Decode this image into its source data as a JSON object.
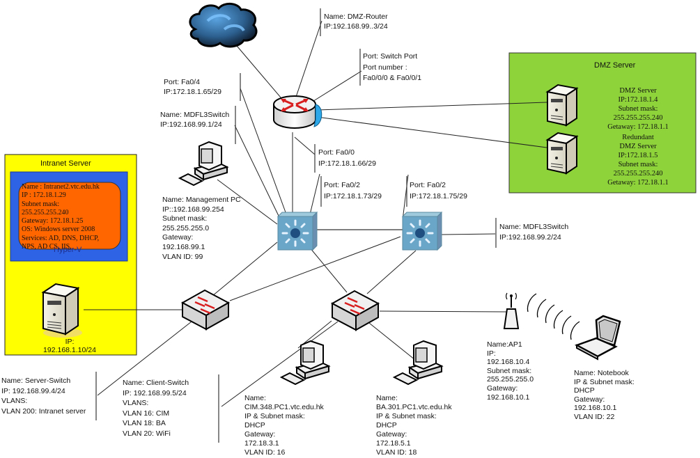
{
  "diagram": {
    "type": "network-topology",
    "colors": {
      "intranet_zone": "#ffff00",
      "hyperv_zone": "#2f63e6",
      "intranet_card": "#ff6600",
      "dmz_zone": "#8ed33a",
      "link": "#222222",
      "switch_l3": "#6aa6c8",
      "router_arrow": "#d81e1e"
    },
    "zones": {
      "intranet": {
        "title": "Intranet Server",
        "hyperv": {
          "title": "Hyper-V",
          "card": [
            "Name : Intranet2.vtc.edu.hk",
            "IP : 172.18.1.29",
            "Subnet mask:",
            "255.255.255.240",
            "Gateway: 172.18.1.25",
            "OS: Windows server 2008",
            "Services: AD, DNS, DHCP,",
            "NPS, AD CS, IIS."
          ]
        },
        "server_ip": [
          "IP:",
          "192.168.1.10/24"
        ]
      },
      "dmz": {
        "title": "DMZ Server",
        "primary": [
          "DMZ Server",
          "IP:172.18.1.4",
          "Subnet mask:",
          "255.255.255.240",
          "Getaway: 172.18.1.1"
        ],
        "redundant": [
          "Redundant",
          "DMZ Server",
          "IP:172.18.1.5",
          "Subnet mask:",
          "255.255.255.240",
          "Getaway: 172.18.1.1"
        ]
      }
    },
    "labels": {
      "dmz_router": [
        "Name: DMZ-Router",
        "IP:192.168.99..3/24"
      ],
      "router_switch_port": [
        "Port: Switch Port",
        "Port number :",
        "Fa0/0/0 & Fa0/0/1"
      ],
      "port_fa04": [
        "Port: Fa0/4",
        "IP:172.18.1.65/29"
      ],
      "mdfl3_1": [
        "Name: MDFL3Switch",
        "IP:192.168.99.1/24"
      ],
      "management_pc": [
        "Name: Management PC",
        "IP::192.168.99.254",
        "Subnet mask:",
        "255.255.255.0",
        "Gateway:",
        "192.168.99.1",
        "VLAN ID: 99"
      ],
      "port_fa00": [
        "Port: Fa0/0",
        "IP:172.18.1.66/29"
      ],
      "port_fa02_a": [
        "Port: Fa0/2",
        "IP:172.18.1.73/29"
      ],
      "port_fa02_b": [
        "Port: Fa0/2",
        "IP:172.18.1.75/29"
      ],
      "mdfl3_2": [
        "Name: MDFL3Switch",
        "IP:192.168.99.2/24"
      ],
      "server_switch": [
        "Name: Server-Switch",
        "IP: 192.168.99.4/24",
        "VLANS:",
        "VLAN 200: Intranet server"
      ],
      "client_switch": [
        "Name: Client-Switch",
        "IP: 192.168.99.5/24",
        "VLANS:",
        "VLAN 16: CIM",
        "VLAN 18: BA",
        "VLAN 20: WiFi"
      ],
      "cim_pc": [
        "Name:",
        "CIM.348.PC1.vtc.edu.hk",
        "IP & Subnet mask:",
        "DHCP",
        "Gateway:",
        "172.18.3.1",
        "VLAN ID: 16"
      ],
      "ba_pc": [
        "Name:",
        "BA.301.PC1.vtc.edu.hk",
        "IP & Subnet mask:",
        "DHCP",
        "Gateway:",
        "172.18.5.1",
        "VLAN ID: 18"
      ],
      "ap1": [
        "Name:AP1",
        "IP:",
        "192.168.10.4",
        "Subnet mask:",
        "255.255.255.0",
        "Gateway:",
        "192.168.10.1"
      ],
      "notebook": [
        "Name: Notebook",
        "IP & Subnet mask:",
        "DHCP",
        "Gateway:",
        "192.168.10.1",
        "VLAN ID: 22"
      ]
    },
    "devices": [
      {
        "id": "internet",
        "icon": "cloud-icon"
      },
      {
        "id": "dmz-router",
        "icon": "router-icon"
      },
      {
        "id": "dmz-server-1",
        "icon": "server-icon"
      },
      {
        "id": "dmz-server-2",
        "icon": "server-icon"
      },
      {
        "id": "management-pc",
        "icon": "desktop-pc-icon"
      },
      {
        "id": "mdfl3-switch-1",
        "icon": "layer3-switch-icon"
      },
      {
        "id": "mdfl3-switch-2",
        "icon": "layer3-switch-icon"
      },
      {
        "id": "server-switch",
        "icon": "switch-icon"
      },
      {
        "id": "client-switch",
        "icon": "switch-icon"
      },
      {
        "id": "intranet-server",
        "icon": "server-icon"
      },
      {
        "id": "cim-pc",
        "icon": "desktop-pc-icon"
      },
      {
        "id": "ba-pc",
        "icon": "desktop-pc-icon"
      },
      {
        "id": "ap1",
        "icon": "wireless-ap-icon"
      },
      {
        "id": "notebook",
        "icon": "laptop-icon"
      }
    ],
    "links": [
      [
        "internet",
        "dmz-router"
      ],
      [
        "dmz-router",
        "dmz-server-1"
      ],
      [
        "dmz-router",
        "dmz-server-2"
      ],
      [
        "dmz-router",
        "mdfl3-switch-1"
      ],
      [
        "mdfl3-switch-1",
        "mdfl3-switch-2"
      ],
      [
        "management-pc",
        "mdfl3-switch-1"
      ],
      [
        "mdfl3-switch-1",
        "server-switch"
      ],
      [
        "mdfl3-switch-1",
        "client-switch"
      ],
      [
        "mdfl3-switch-2",
        "server-switch"
      ],
      [
        "mdfl3-switch-2",
        "client-switch"
      ],
      [
        "server-switch",
        "intranet-server"
      ],
      [
        "client-switch",
        "cim-pc"
      ],
      [
        "client-switch",
        "ba-pc"
      ],
      [
        "client-switch",
        "ap1"
      ],
      [
        "ap1",
        "notebook"
      ]
    ]
  }
}
